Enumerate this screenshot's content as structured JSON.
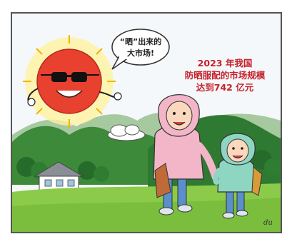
{
  "speech_bubble": {
    "line1": "“晒”出来的",
    "line2": "大市场!"
  },
  "headline": {
    "line1": "2023 年我国",
    "line2": "防晒服配的市场规模",
    "line3": "达到742 亿元"
  },
  "signature": "du",
  "colors": {
    "sky": "#f4f8fb",
    "sun": "#e8412f",
    "sun_glow": "#ffe45c",
    "hills": "#3c8a3a",
    "grass": "#8ccb4a",
    "mother_jacket": "#f2b6c8",
    "child_jacket": "#8fd6c2",
    "headline": "#c8202a"
  }
}
